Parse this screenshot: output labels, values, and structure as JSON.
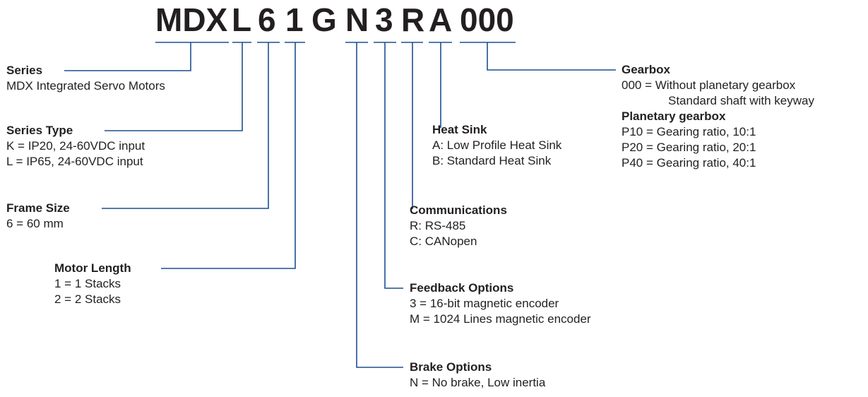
{
  "model_code": {
    "parts": [
      "MDX",
      "L",
      "6",
      "1",
      "G",
      "N",
      "3",
      "R",
      "A",
      "000"
    ]
  },
  "colors": {
    "connector": "#1d4f91",
    "text": "#231f20"
  },
  "sections": {
    "series": {
      "title": "Series",
      "lines": [
        "MDX Integrated Servo Motors"
      ]
    },
    "series_type": {
      "title": "Series Type",
      "lines": [
        "K = IP20, 24-60VDC input",
        "L = IP65, 24-60VDC input"
      ]
    },
    "frame_size": {
      "title": "Frame Size",
      "lines": [
        "6 = 60 mm"
      ]
    },
    "motor_length": {
      "title": "Motor Length",
      "lines": [
        "1 = 1 Stacks",
        "2 = 2 Stacks"
      ]
    },
    "brake_options": {
      "title": "Brake Options",
      "lines": [
        "N = No brake, Low inertia"
      ]
    },
    "feedback_options": {
      "title": "Feedback Options",
      "lines": [
        "3 = 16-bit magnetic encoder",
        "M = 1024 Lines magnetic encoder"
      ]
    },
    "communications": {
      "title": "Communications",
      "lines": [
        "R: RS-485",
        "C: CANopen"
      ]
    },
    "heat_sink": {
      "title": "Heat Sink",
      "lines": [
        "A: Low Profile Heat Sink",
        "B: Standard Heat Sink"
      ]
    },
    "gearbox": {
      "title": "Gearbox",
      "lines": [
        "000 = Without planetary gearbox",
        "Standard shaft with keyway"
      ],
      "sub_title": "Planetary gearbox",
      "sub_lines": [
        "P10 = Gearing ratio,  10:1",
        "P20 = Gearing ratio,  20:1",
        "P40 = Gearing ratio,  40:1"
      ]
    }
  }
}
